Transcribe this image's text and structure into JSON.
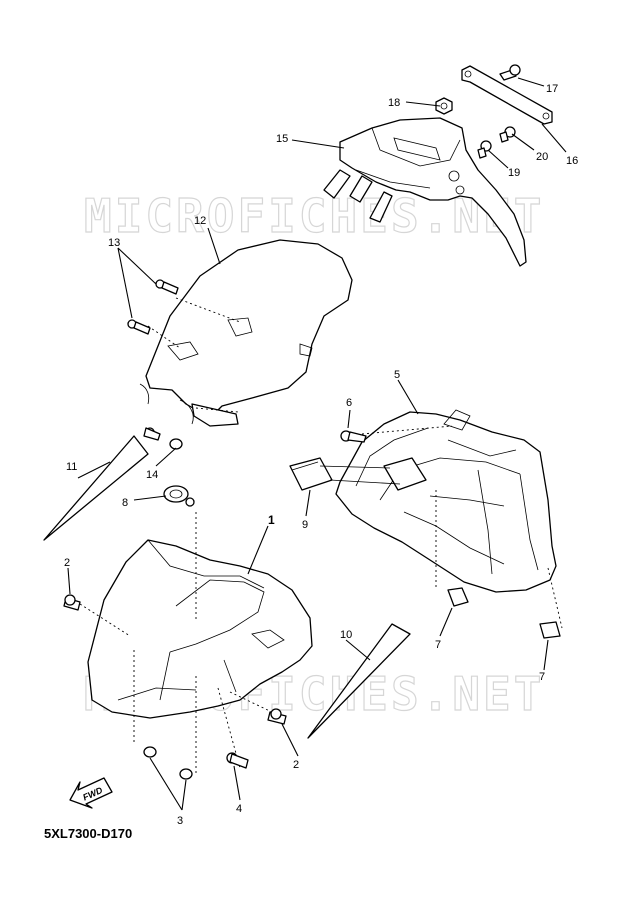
{
  "watermark": "MICROFICHES.NET",
  "diagram_code": "5XL7300-D170",
  "fwd_label": "FWD",
  "callouts": {
    "c1": "1",
    "c2a": "2",
    "c2b": "2",
    "c3": "3",
    "c4": "4",
    "c5": "5",
    "c6": "6",
    "c7a": "7",
    "c7b": "7",
    "c8": "8",
    "c9": "9",
    "c10": "10",
    "c11": "11",
    "c12": "12",
    "c13": "13",
    "c14": "14",
    "c15": "15",
    "c16": "16",
    "c17": "17",
    "c18": "18",
    "c19": "19",
    "c20": "20"
  }
}
